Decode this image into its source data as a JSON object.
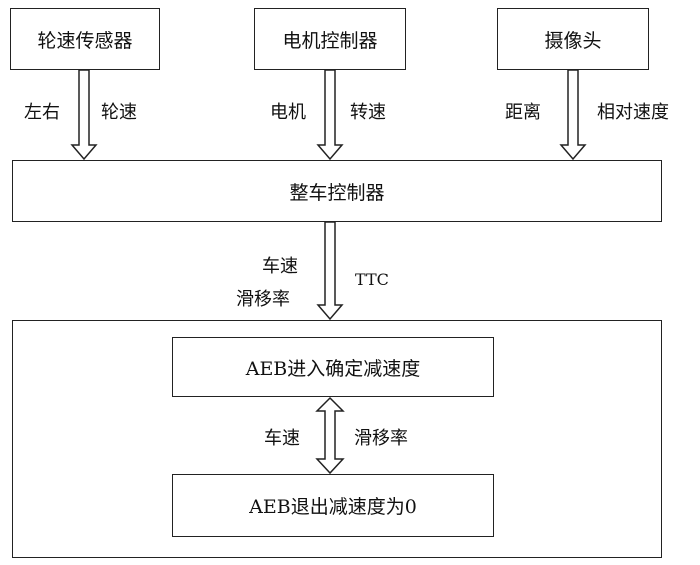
{
  "diagram": {
    "top_boxes": [
      {
        "text": "轮速传感器",
        "labels": [
          "左右",
          "轮速"
        ]
      },
      {
        "text": "电机控制器",
        "labels": [
          "电机",
          "转速"
        ]
      },
      {
        "text": "摄像头",
        "labels": [
          "距离",
          "相对速度"
        ]
      }
    ],
    "vcu": {
      "text": "整车控制器"
    },
    "vcu_to_aeb": {
      "labels_left": [
        "车速",
        "滑移率"
      ],
      "label_right": "TTC"
    },
    "aeb_enter": {
      "text": "AEB进入确定减速度"
    },
    "aeb_link": {
      "label_left": "车速",
      "label_right": "滑移率"
    },
    "aeb_exit": {
      "text": "AEB退出减速度为0"
    }
  }
}
